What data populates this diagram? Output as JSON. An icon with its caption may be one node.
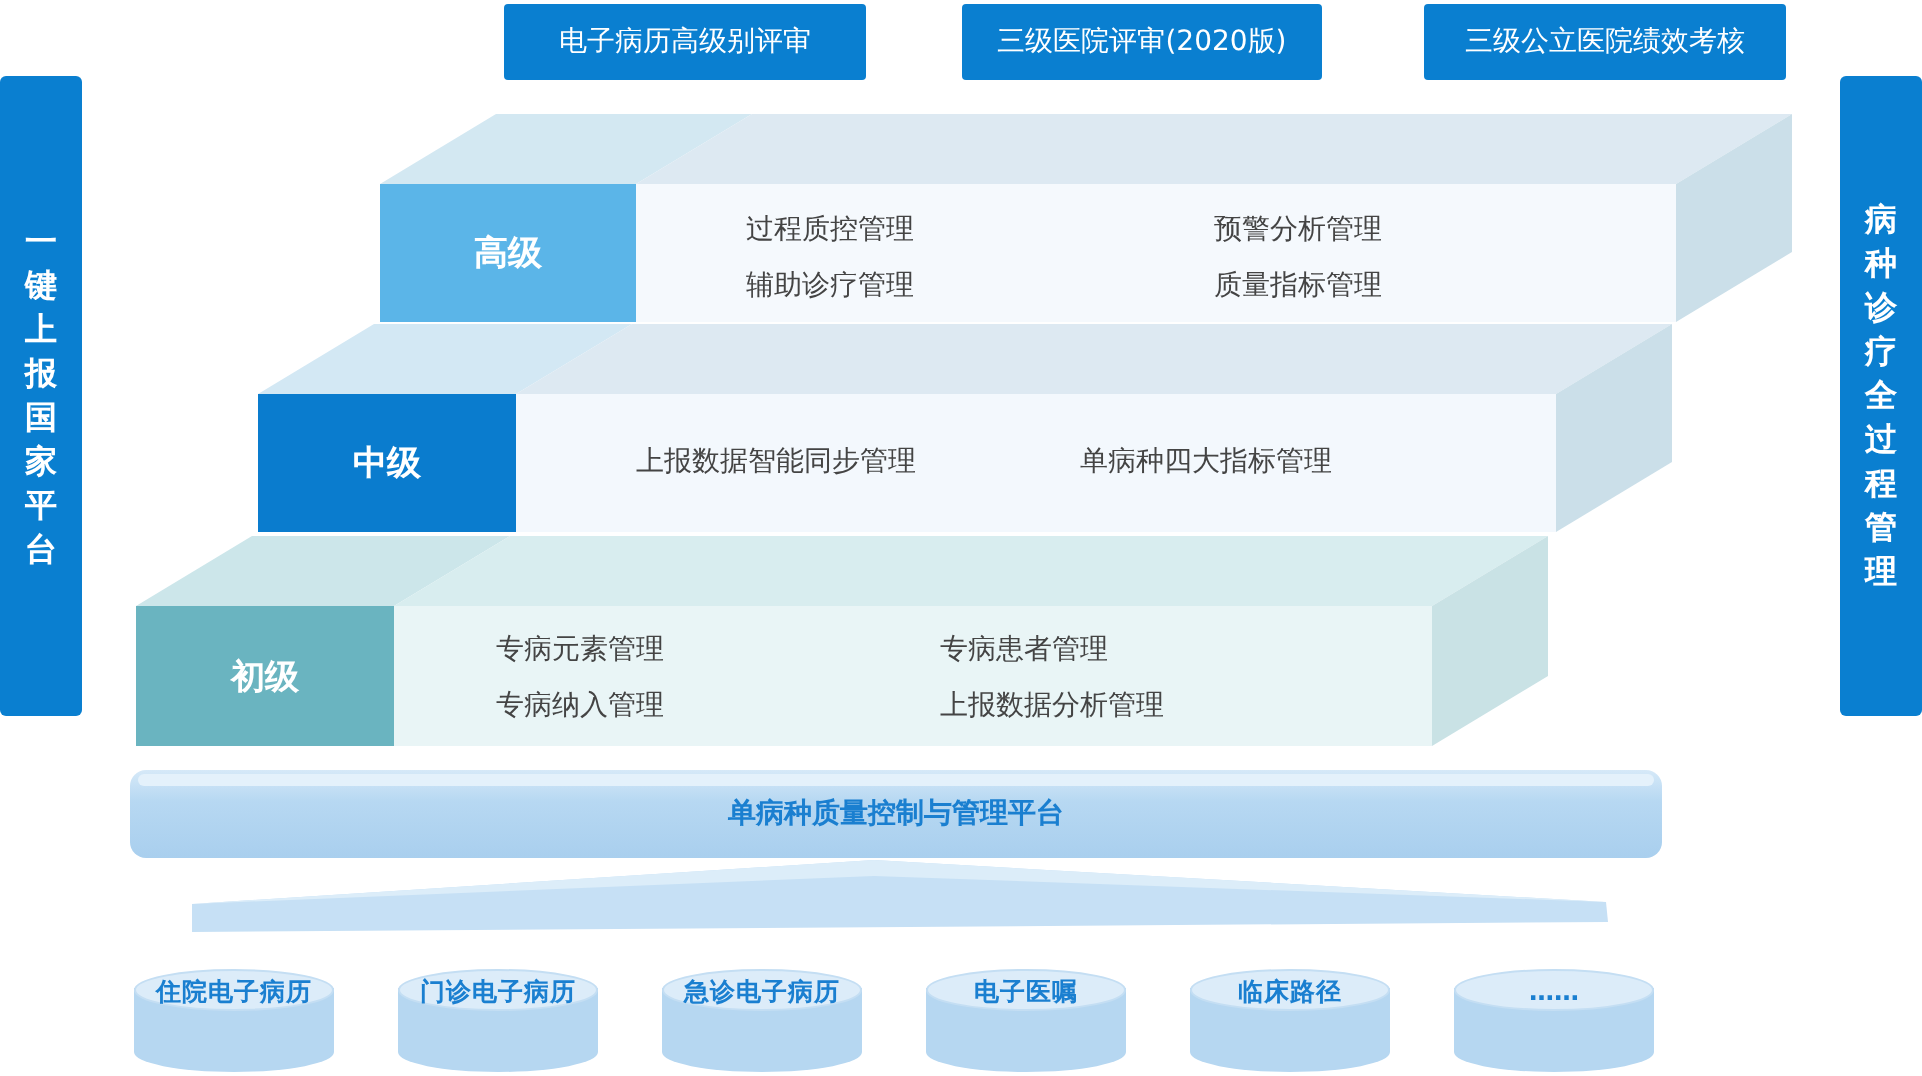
{
  "diagram": {
    "nodes": [
      {
        "text": [
          "电子病历高级别评审"
        ]
      },
      {
        "text": [
          "三级医院评审(2020版)"
        ]
      },
      {
        "text": [
          "三级公立医院绩效考核"
        ]
      },
      {
        "text": [
          "一键上报国家平台"
        ]
      },
      {
        "text": [
          "病种诊疗全过程管理"
        ]
      },
      {
        "text": [
          "过程质控管理",
          "辅助诊疗管理",
          "预警分析管理",
          "质量指标管理"
        ]
      },
      {
        "text": [
          "高级"
        ],
        "in": 5
      },
      {
        "text": [
          "上报数据智能同步管理",
          "单病种四大指标管理"
        ]
      },
      {
        "text": [
          "中级"
        ],
        "in": 7
      },
      {
        "text": [
          "专病元素管理",
          "专病纳入管理",
          "专病患者管理",
          "上报数据分析管理"
        ]
      },
      {
        "text": [
          "初级"
        ],
        "in": 9
      },
      {
        "text": [
          "单病种质量控制与管理平台"
        ]
      },
      {
        "text": [
          "住院电子病历"
        ]
      },
      {
        "text": [
          "门诊电子病历"
        ]
      },
      {
        "text": [
          "急诊电子病历"
        ]
      },
      {
        "text": [
          "电子医嘱"
        ]
      },
      {
        "text": [
          "临床路径"
        ]
      },
      {
        "text": [
          "……"
        ]
      }
    ],
    "edges": []
  }
}
